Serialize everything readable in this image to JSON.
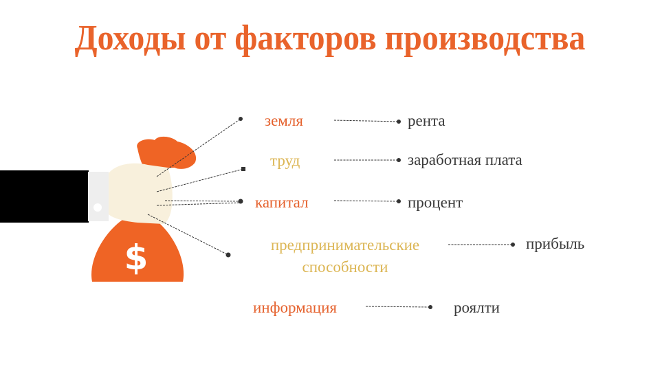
{
  "title": "Доходы от факторов производства",
  "colors": {
    "accent_orange": "#e9632b",
    "gold": "#dcb655",
    "hand": "#f8f0dc",
    "cuff": "#eeeeee",
    "sleeve": "#000000",
    "text_dark": "#3a3a3a"
  },
  "illustration": {
    "description": "hand holding money bag",
    "bag_symbol": "$"
  },
  "pairs": [
    {
      "factor": "земля",
      "income": "рента",
      "factor_color": "orange"
    },
    {
      "factor": "труд",
      "income": "заработная плата",
      "factor_color": "gold"
    },
    {
      "factor": "капитал",
      "income": "процент",
      "factor_color": "orange"
    },
    {
      "factor_line1": "предпринимательские",
      "factor_line2": "способности",
      "income": "прибыль",
      "factor_color": "gold"
    },
    {
      "factor": "информация",
      "income": "роялти",
      "factor_color": "orange"
    }
  ]
}
